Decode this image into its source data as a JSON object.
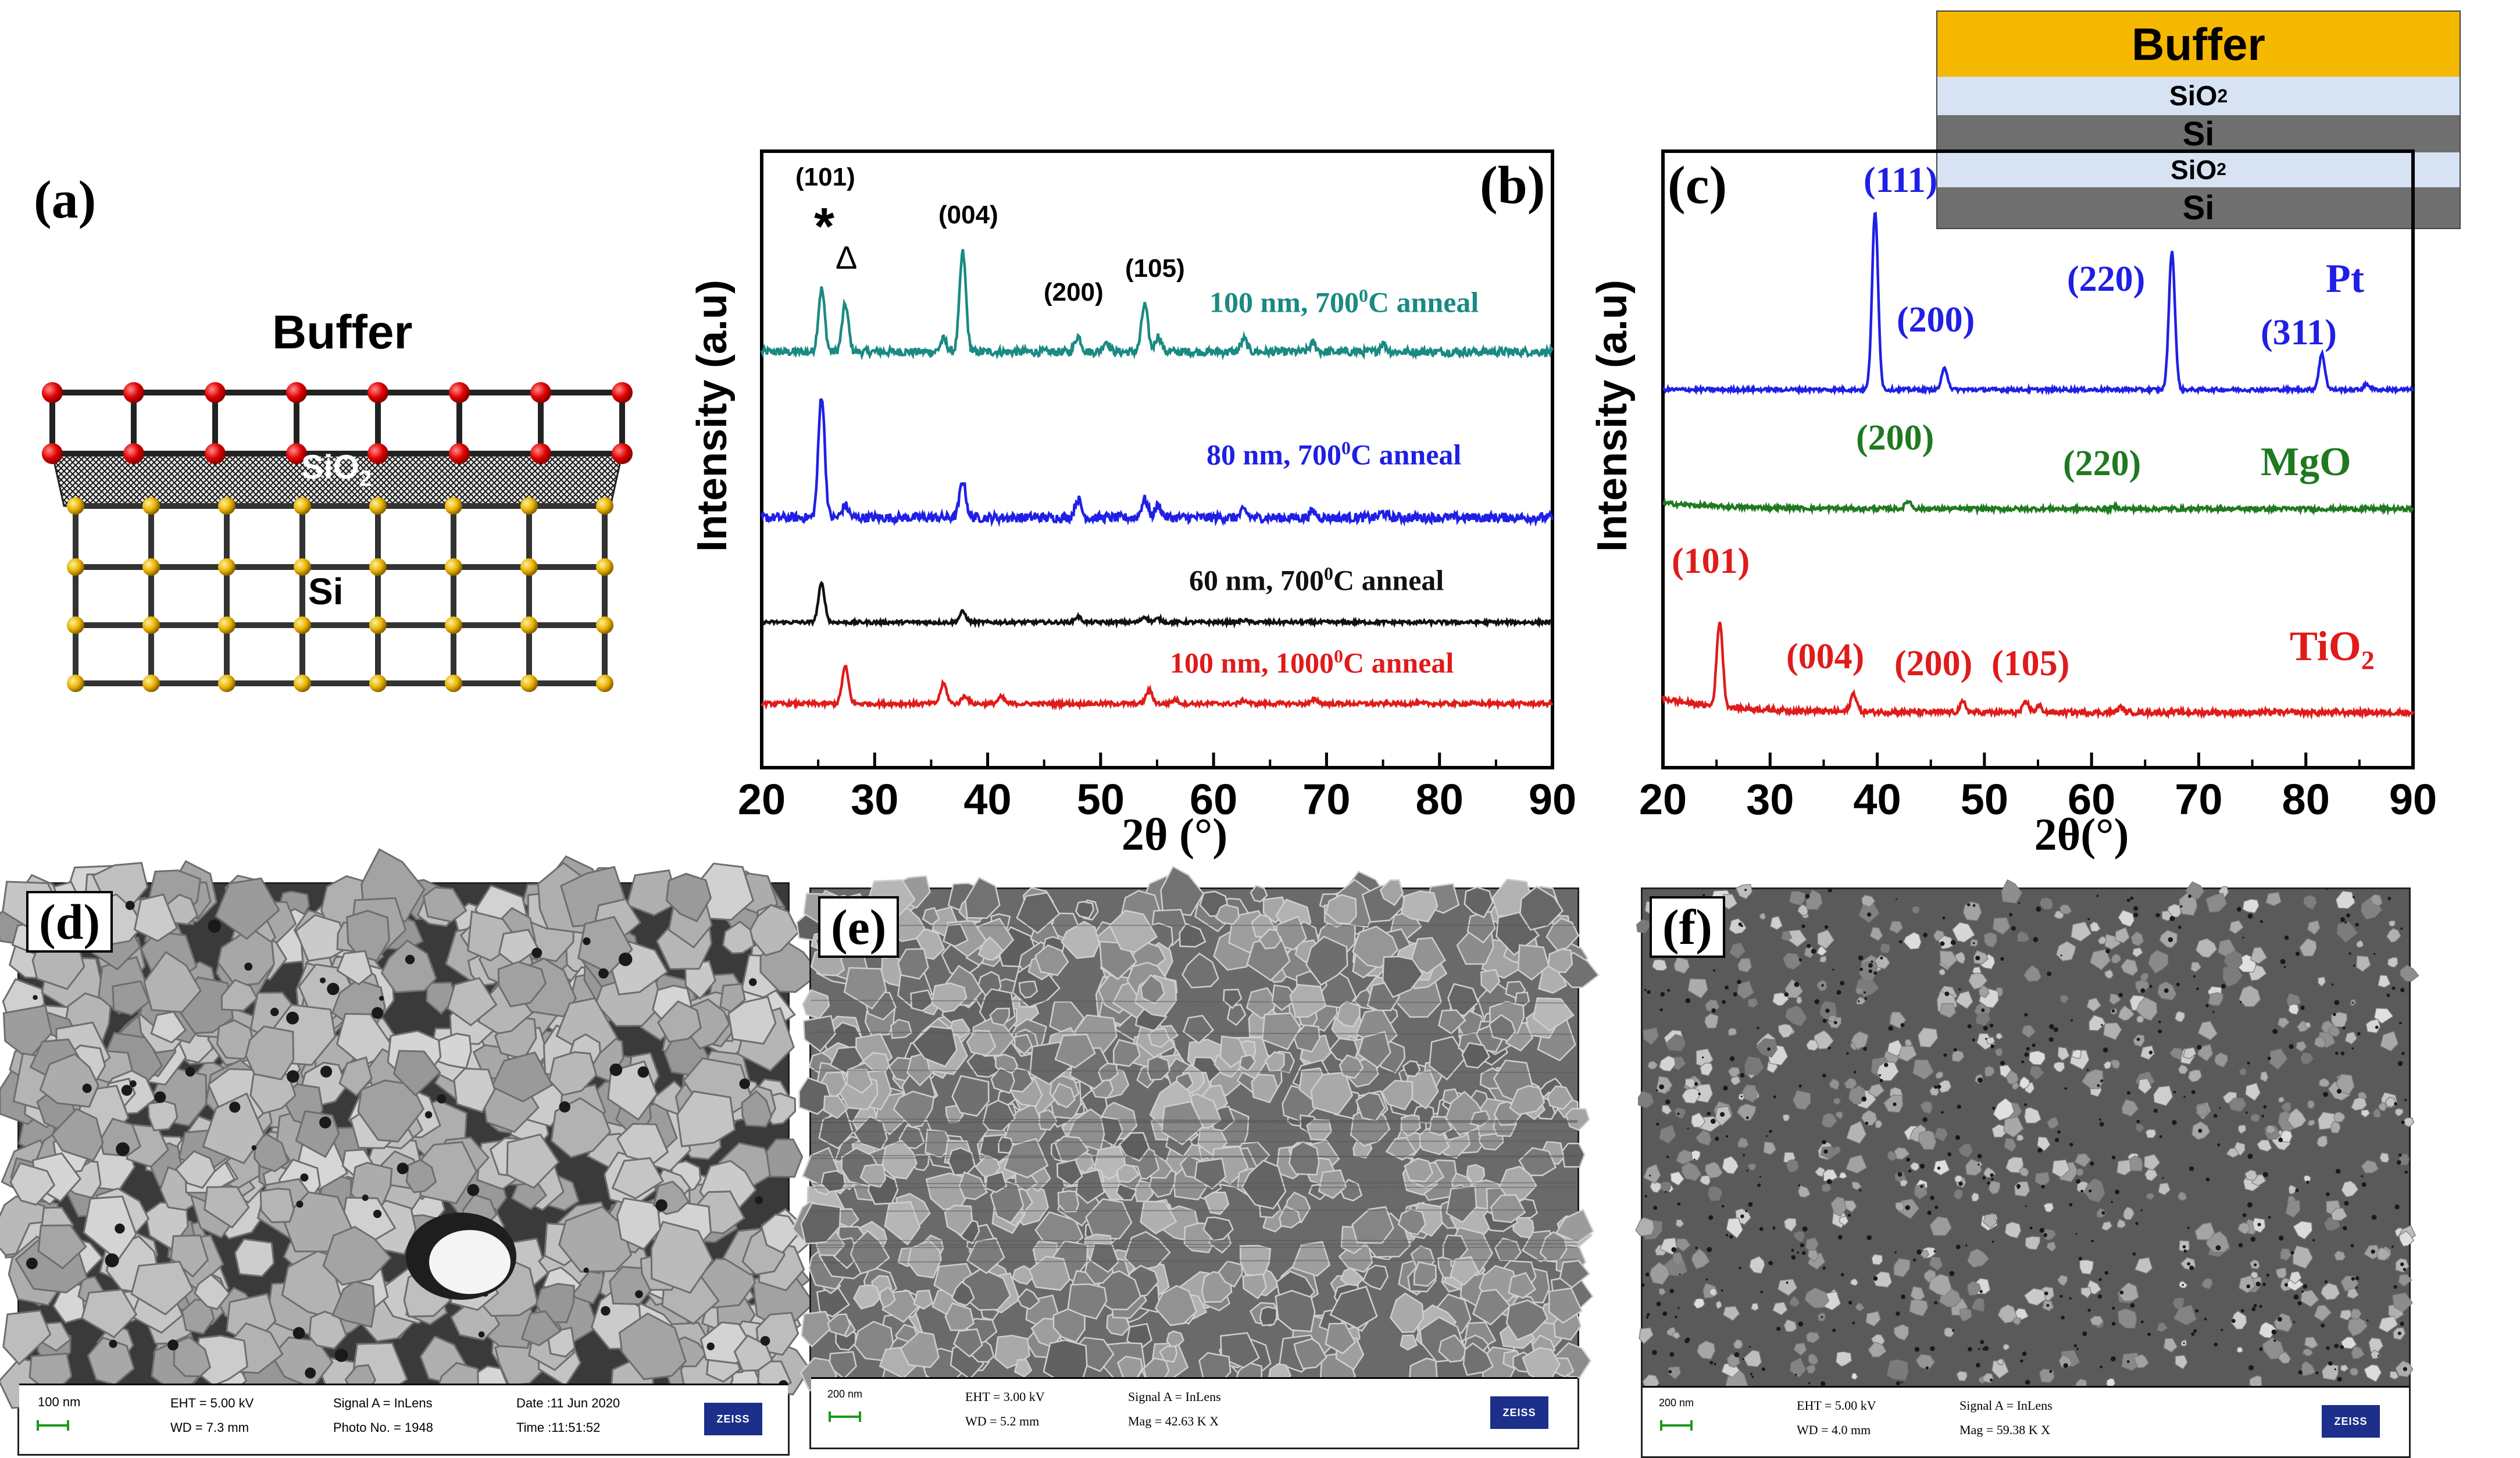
{
  "panel_a": {
    "label": "(a)",
    "buffer_label": "Buffer",
    "sio2_label": "SiO",
    "sio2_sub": "2",
    "si_label": "Si"
  },
  "layer_stack": {
    "buffer": "Buffer",
    "sio2_top": "SiO",
    "sio2_top_sub": "2",
    "si_top": "Si",
    "sio2_bottom": "SiO",
    "sio2_bottom_sub": "2",
    "si_bottom": "Si",
    "colors": {
      "buffer": "#f5b800",
      "sio2": "#d7e2f2",
      "si": "#6f6f6f"
    }
  },
  "chart_data": [
    {
      "type": "line",
      "panel": "(b)",
      "xlabel": "2θ (°)",
      "ylabel": "Intensity (a.u)",
      "xlim": [
        20,
        90
      ],
      "xticks": [
        "20",
        "30",
        "40",
        "50",
        "60",
        "70",
        "80",
        "90"
      ],
      "series": [
        {
          "name": "100 nm, 700",
          "sup": "0",
          "suffix": "C anneal",
          "color": "#1a8a82",
          "peaks": [
            [
              25.3,
              0.6
            ],
            [
              27.4,
              0.45
            ],
            [
              36.1,
              0.12
            ],
            [
              37.8,
              0.95
            ],
            [
              48.0,
              0.15
            ],
            [
              50.5,
              0.1
            ],
            [
              53.9,
              0.45
            ],
            [
              55.1,
              0.15
            ],
            [
              62.7,
              0.12
            ],
            [
              68.8,
              0.08
            ],
            [
              75.0,
              0.08
            ]
          ]
        },
        {
          "name": "80 nm, 700",
          "sup": "0",
          "suffix": "C anneal",
          "color": "#1f1fe6",
          "peaks": [
            [
              25.3,
              1.0
            ],
            [
              27.4,
              0.1
            ],
            [
              37.8,
              0.3
            ],
            [
              48.0,
              0.15
            ],
            [
              53.9,
              0.15
            ],
            [
              55.1,
              0.1
            ],
            [
              62.7,
              0.06
            ],
            [
              68.8,
              0.05
            ],
            [
              75.0,
              0.04
            ]
          ]
        },
        {
          "name": "60 nm, 700",
          "sup": "0",
          "suffix": "C anneal",
          "color": "#111111",
          "peaks": [
            [
              25.3,
              0.55
            ],
            [
              37.8,
              0.15
            ],
            [
              48.0,
              0.08
            ],
            [
              53.9,
              0.08
            ],
            [
              55.1,
              0.05
            ],
            [
              62.7,
              0.03
            ]
          ]
        },
        {
          "name": "100 nm, 1000",
          "sup": "0",
          "suffix": "C anneal",
          "color": "#e01b1b",
          "peaks": [
            [
              27.4,
              0.55
            ],
            [
              36.1,
              0.3
            ],
            [
              38.0,
              0.12
            ],
            [
              41.2,
              0.1
            ],
            [
              54.3,
              0.2
            ],
            [
              56.6,
              0.06
            ],
            [
              62.7,
              0.05
            ],
            [
              69.0,
              0.06
            ]
          ]
        }
      ],
      "annotations": [
        "(101)",
        "*",
        "Δ",
        "(004)",
        "(200)",
        "(105)"
      ]
    },
    {
      "type": "line",
      "panel": "(c)",
      "xlabel": "2θ(°)",
      "ylabel": "Intensity (a.u)",
      "xlim": [
        20,
        90
      ],
      "xticks": [
        "20",
        "30",
        "40",
        "50",
        "60",
        "70",
        "80",
        "90"
      ],
      "series": [
        {
          "name": "Pt",
          "color": "#1f1fe6",
          "peaks": [
            [
              39.8,
              1.0
            ],
            [
              46.3,
              0.12
            ],
            [
              67.5,
              0.78
            ],
            [
              81.5,
              0.2
            ],
            [
              85.7,
              0.03
            ]
          ],
          "labels": [
            "(111)",
            "(200)",
            "(220)",
            "(311)"
          ]
        },
        {
          "name": "MgO",
          "color": "#1f7a1f",
          "peaks": [
            [
              42.9,
              0.11
            ],
            [
              62.3,
              0.03
            ]
          ],
          "labels": [
            "(200)",
            "(220)"
          ]
        },
        {
          "name": "TiO",
          "name_sub": "2",
          "color": "#e01b1b",
          "peaks": [
            [
              25.3,
              0.7
            ],
            [
              37.8,
              0.15
            ],
            [
              48.0,
              0.08
            ],
            [
              53.9,
              0.08
            ],
            [
              55.1,
              0.05
            ],
            [
              62.7,
              0.04
            ]
          ],
          "labels": [
            "(101)",
            "(004)",
            "(200)",
            "(105)"
          ]
        }
      ]
    }
  ],
  "sem": {
    "d": {
      "label": "(d)",
      "scale": "100 nm",
      "eht": "EHT =  5.00 kV",
      "wd": "WD =  7.3 mm",
      "signal": "Signal A = InLens",
      "photo": "Photo No. = 1948",
      "date": "Date :11 Jun 2020",
      "time": "Time :11:51:52",
      "logo": "ZEISS"
    },
    "e": {
      "label": "(e)",
      "scale": "200 nm",
      "eht": "EHT =  3.00 kV",
      "wd": "WD =  5.2 mm",
      "signal": "Signal A = InLens",
      "mag": "Mag =  42.63 K X",
      "logo": "ZEISS"
    },
    "f": {
      "label": "(f)",
      "scale": "200 nm",
      "eht": "EHT =  5.00 kV",
      "wd": "WD =  4.0 mm",
      "signal": "Signal A = InLens",
      "mag": "Mag =  59.38 K X",
      "logo": "ZEISS"
    }
  }
}
